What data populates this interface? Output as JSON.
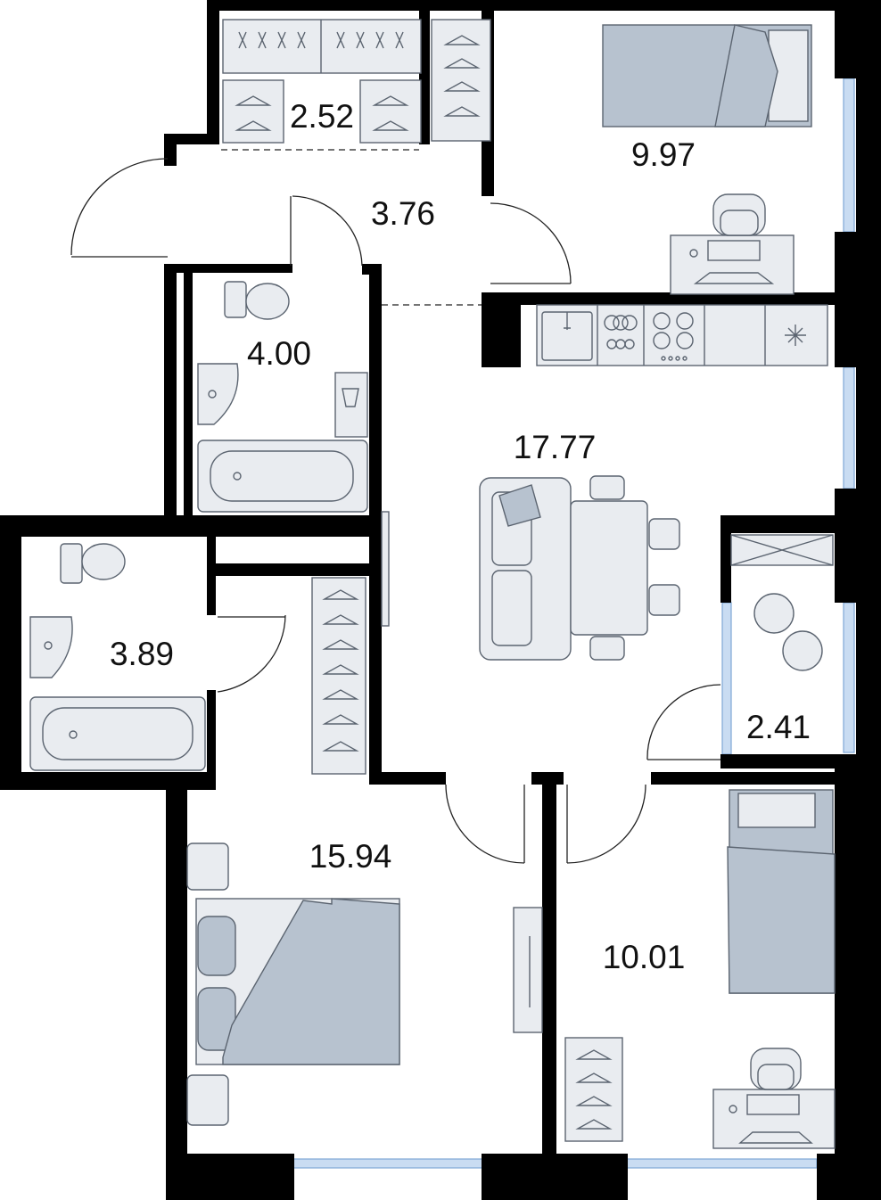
{
  "rooms": [
    {
      "id": "walk-in-closet",
      "area": "2.52"
    },
    {
      "id": "hallway",
      "area": "3.76"
    },
    {
      "id": "bedroom-top",
      "area": "9.97"
    },
    {
      "id": "bathroom-1",
      "area": "4.00"
    },
    {
      "id": "kitchen-living",
      "area": "17.77"
    },
    {
      "id": "bathroom-2",
      "area": "3.89"
    },
    {
      "id": "balcony",
      "area": "2.41"
    },
    {
      "id": "master-bedroom",
      "area": "15.94"
    },
    {
      "id": "bedroom-bottom",
      "area": "10.01"
    }
  ],
  "colors": {
    "wall": "#000000",
    "furniture": "#e9ecf0",
    "bedding": "#b7c2cf",
    "window": "#c9dcf2"
  },
  "icons": [
    "hanger-icon",
    "toilet-icon",
    "sink-icon",
    "bathtub-icon",
    "washing-machine-icon",
    "bed-icon",
    "desk-icon",
    "chair-icon",
    "sofa-icon",
    "dining-table-icon",
    "stove-icon",
    "fridge-icon",
    "wardrobe-icon",
    "tv-icon"
  ]
}
